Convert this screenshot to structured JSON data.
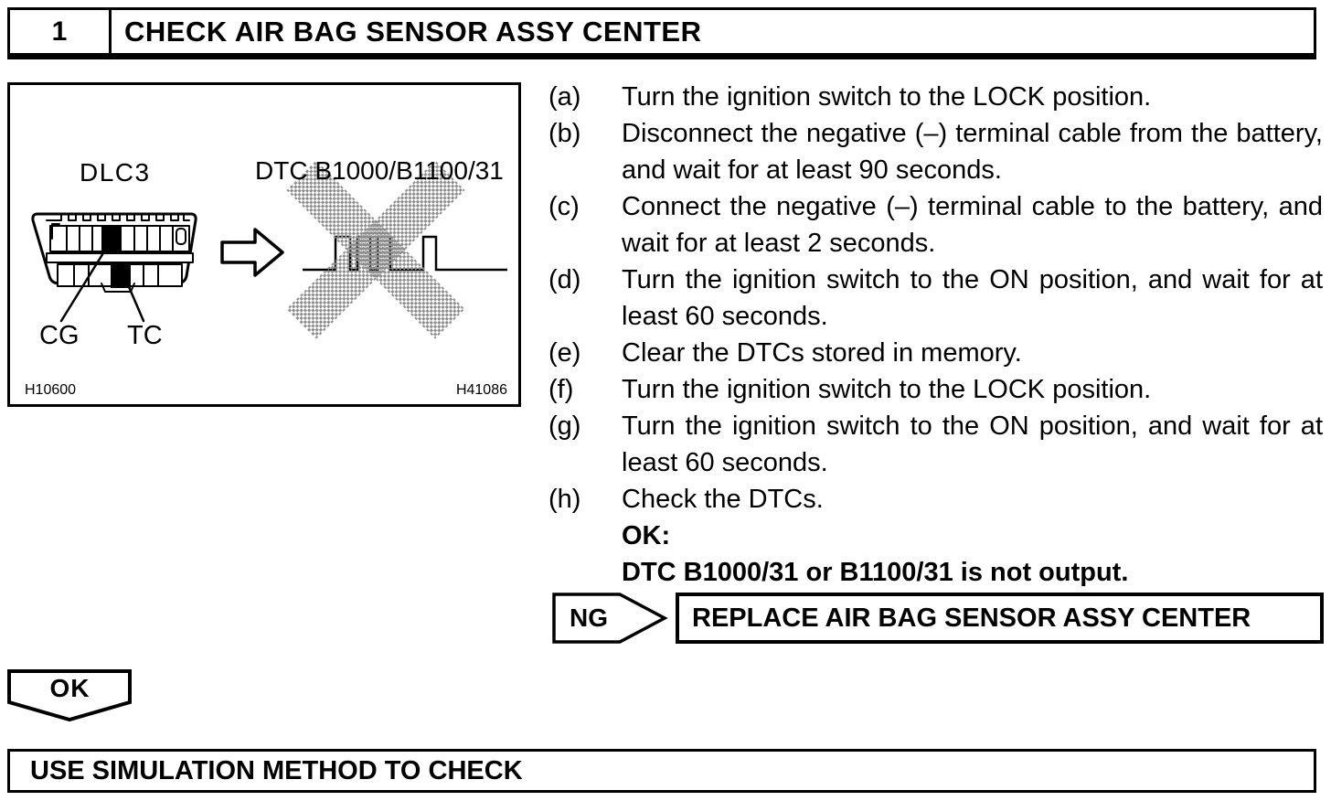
{
  "header": {
    "number": "1",
    "title": "CHECK AIR BAG SENSOR ASSY CENTER"
  },
  "figure": {
    "connector_label": "DLC3",
    "dtc_label": "DTC B1000/B1100/31",
    "pin_cg": "CG",
    "pin_tc": "TC",
    "ref_left": "H10600",
    "ref_right": "H41086"
  },
  "steps": [
    {
      "label": "(a)",
      "text": "Turn the ignition switch to the LOCK position."
    },
    {
      "label": "(b)",
      "text": "Disconnect the negative (–) terminal cable from the bat­tery, and wait for at least 90 seconds."
    },
    {
      "label": "(c)",
      "text": "Connect the negative (–) terminal cable to the battery, and wait for at least 2 seconds."
    },
    {
      "label": "(d)",
      "text": "Turn the ignition switch to the ON position, and wait for at least 60 seconds."
    },
    {
      "label": "(e)",
      "text": "Clear the DTCs stored in memory."
    },
    {
      "label": "(f)",
      "text": "Turn the ignition switch to the LOCK position."
    },
    {
      "label": "(g)",
      "text": "Turn the ignition switch to the ON position, and wait for at least 60 seconds."
    },
    {
      "label": "(h)",
      "text": "Check the DTCs."
    }
  ],
  "result": {
    "ok_heading": "OK:",
    "ok_condition": "DTC B1000/31 or B1100/31 is not output."
  },
  "ng": {
    "label": "NG",
    "action": "REPLACE AIR BAG SENSOR ASSY CENTER"
  },
  "ok_flow": {
    "label": "OK"
  },
  "next_step": {
    "title": "USE SIMULATION METHOD TO CHECK"
  }
}
